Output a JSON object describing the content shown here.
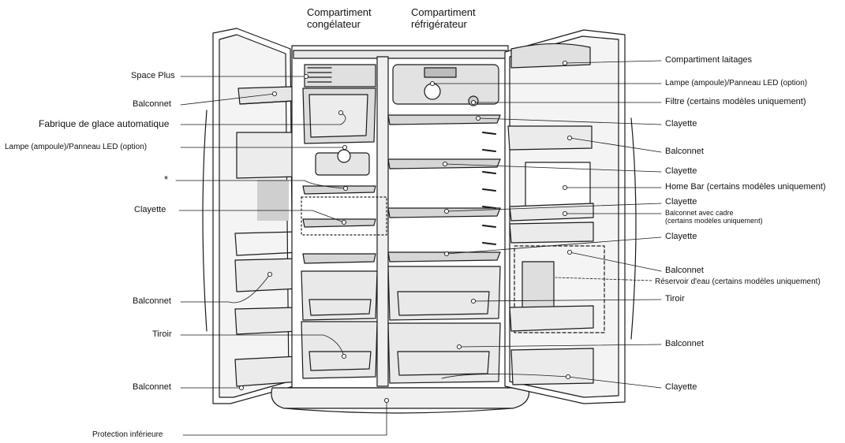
{
  "header": {
    "freezer_line1": "Compartiment",
    "freezer_line2": "congélateur",
    "fridge_line1": "Compartiment",
    "fridge_line2": "réfrigérateur"
  },
  "left_labels": {
    "space_plus": "Space Plus",
    "balconnet_1": "Balconnet",
    "ice_maker": "Fabrique de glace automatique",
    "lamp": "Lampe (ampoule)/Panneau LED (option)",
    "asterisk": "*",
    "clayette": "Clayette",
    "balconnet_2": "Balconnet",
    "tiroir": "Tiroir",
    "balconnet_3": "Balconnet",
    "bottom_guard": "Protection inférieure"
  },
  "right_labels": {
    "dairy": "Compartiment laitages",
    "lamp": "Lampe (ampoule)/Panneau LED (option)",
    "filter": "Filtre (certains modèles uniquement)",
    "clayette_1": "Clayette",
    "balconnet_1": "Balconnet",
    "clayette_2": "Clayette",
    "home_bar": "Home Bar (certains modèles uniquement)",
    "clayette_3": "Clayette",
    "framed_line1": "Balconnet avec cadre",
    "framed_line2": "(certains modèles uniquement)",
    "clayette_4": "Clayette",
    "balconnet_2": "Balconnet",
    "water_tank": "Réservoir d'eau (certains modèles uniquement)",
    "tiroir": "Tiroir",
    "balconnet_3": "Balconnet",
    "clayette_5": "Clayette"
  },
  "colors": {
    "line": "#1a1a1a",
    "light_fill": "#f2f2f2",
    "mid_fill": "#d9d9d9",
    "dark_fill": "#b3b3b3"
  }
}
